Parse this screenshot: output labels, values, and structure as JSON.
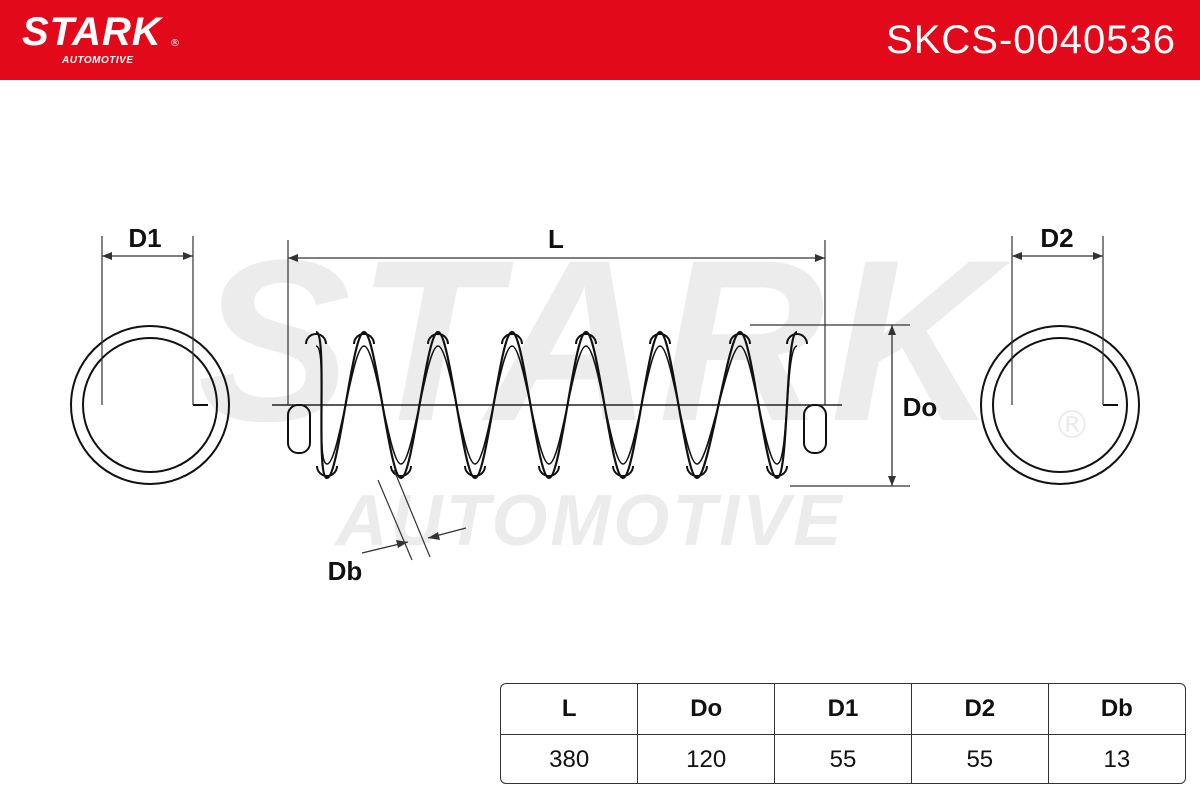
{
  "header": {
    "brand_name": "STARK",
    "brand_reg": "®",
    "brand_sub": "AUTOMOTIVE",
    "part_number": "SKCS-0040536",
    "background_color": "#e2091a"
  },
  "watermark": {
    "brand_name": "STARK",
    "brand_sub": "AUTOMOTIVE",
    "brand_reg": "®"
  },
  "diagram": {
    "labels": {
      "d1": "D1",
      "l": "L",
      "d2": "D2",
      "do": "Do",
      "db": "Db"
    }
  },
  "spec_table": {
    "headers": [
      "L",
      "Do",
      "D1",
      "D2",
      "Db"
    ],
    "values": [
      "380",
      "120",
      "55",
      "55",
      "13"
    ]
  }
}
